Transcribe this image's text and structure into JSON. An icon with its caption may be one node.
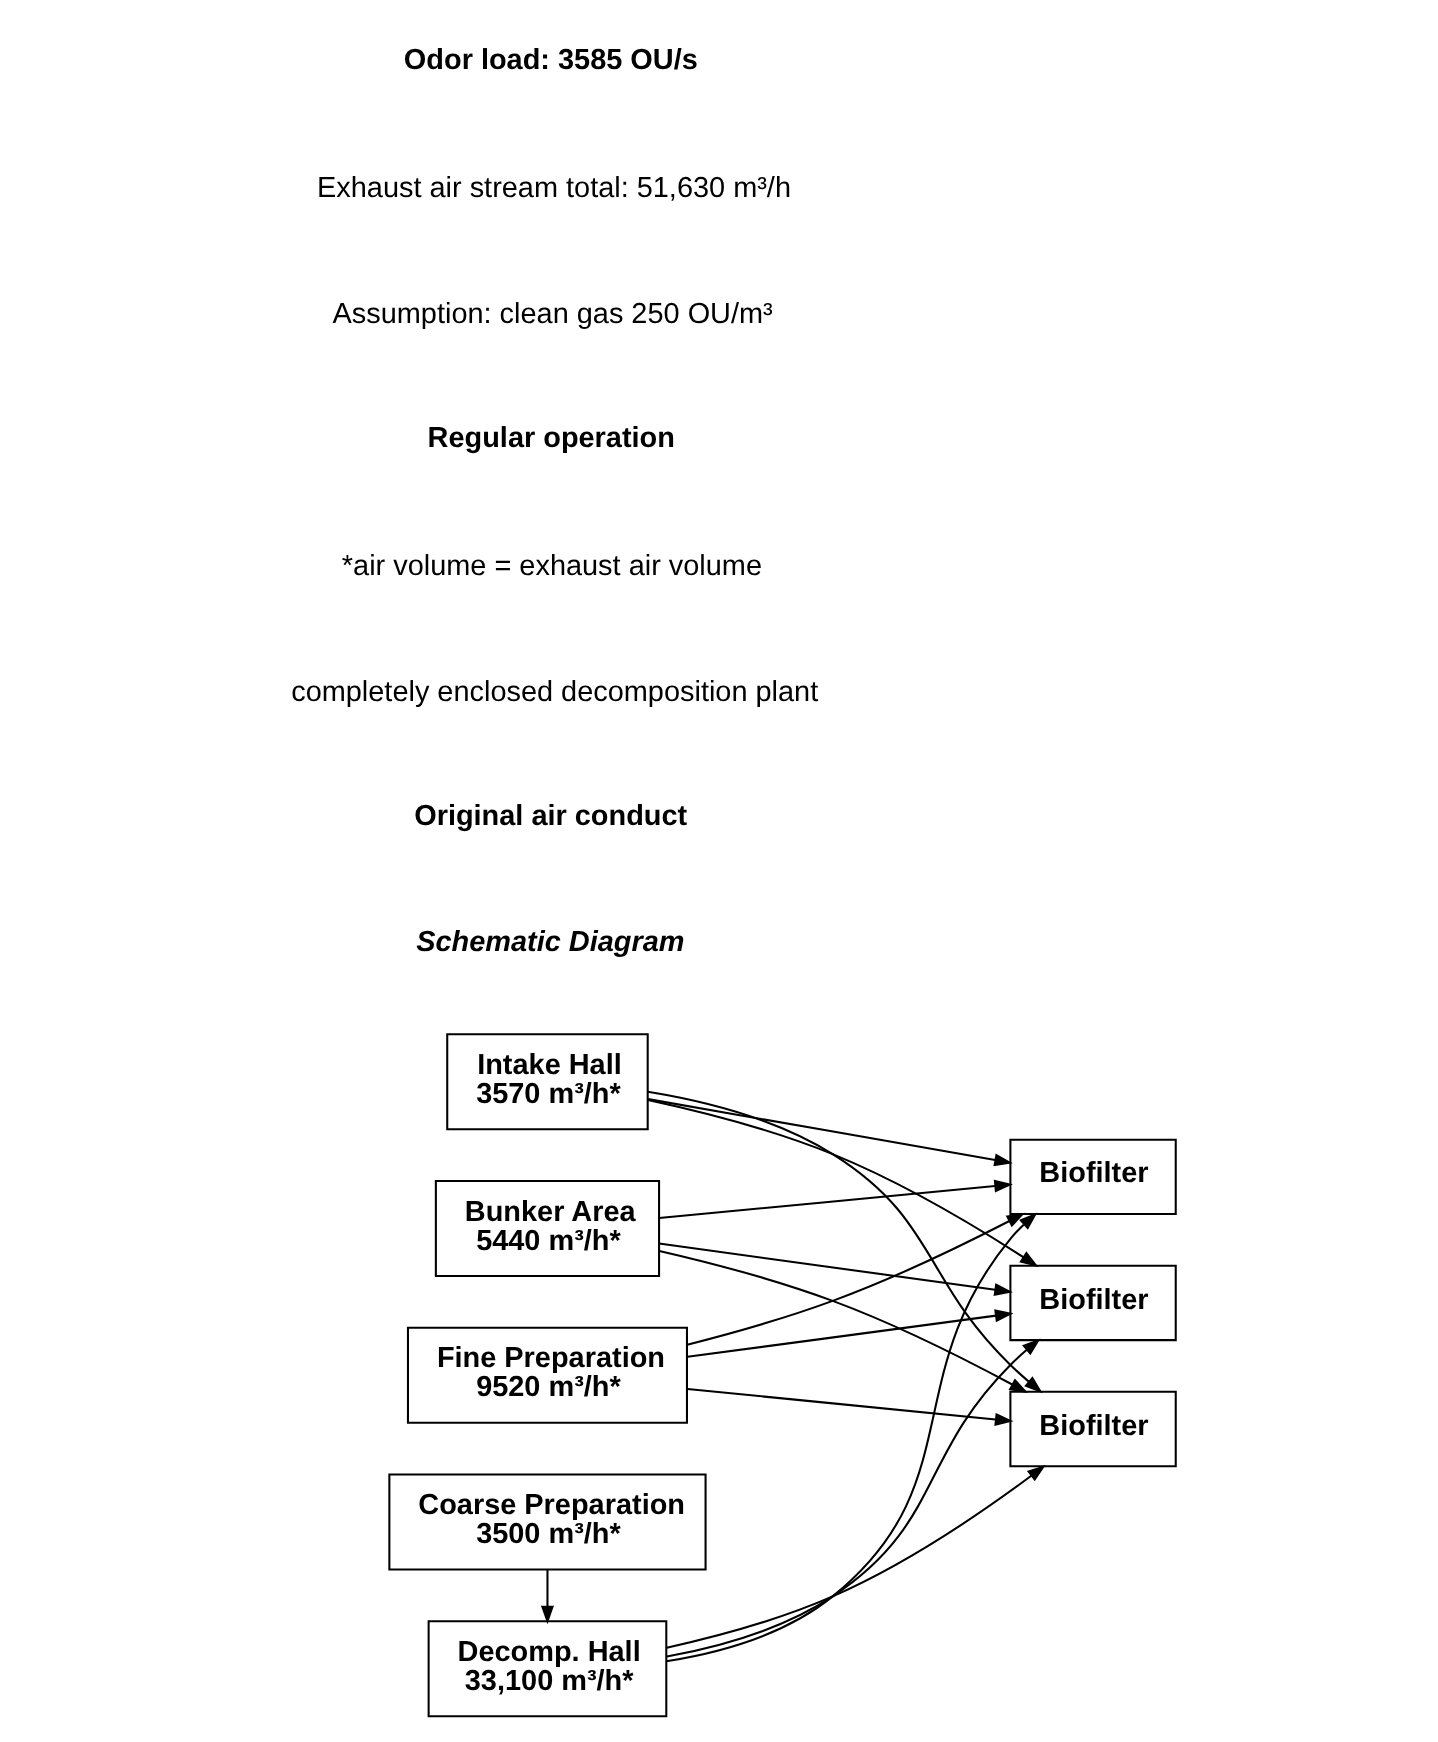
{
  "diagram": {
    "nodes": [
      {
        "text": [
          "Intake Hall",
          "3570 m³/h*"
        ]
      },
      {
        "text": [
          "Bunker Area",
          "5440 m³/h*"
        ]
      },
      {
        "text": [
          "Coarse Preparation",
          "3500 m³/h*"
        ]
      },
      {
        "text": [
          "Decomp. Hall",
          "33,100 m³/h*"
        ]
      },
      {
        "text": [
          "Fine Preparation",
          "9520 m³/h*"
        ]
      },
      {
        "text": [
          "Biofilter"
        ]
      },
      {
        "text": [
          "Biofilter"
        ]
      },
      {
        "text": [
          "Biofilter"
        ]
      }
    ],
    "edges": [
      {
        "from": 2,
        "to": 3,
        "arrow": "to"
      },
      {
        "from": 0,
        "to": 5,
        "arrow": "to"
      },
      {
        "from": 0,
        "to": 6,
        "arrow": "to"
      },
      {
        "from": 0,
        "to": 7,
        "arrow": "to"
      },
      {
        "from": 1,
        "to": 5,
        "arrow": "to"
      },
      {
        "from": 1,
        "to": 6,
        "arrow": "to"
      },
      {
        "from": 1,
        "to": 7,
        "arrow": "to"
      },
      {
        "from": 3,
        "to": 5,
        "arrow": "to"
      },
      {
        "from": 3,
        "to": 6,
        "arrow": "to"
      },
      {
        "from": 3,
        "to": 7,
        "arrow": "to"
      },
      {
        "from": 4,
        "to": 5,
        "arrow": "to"
      },
      {
        "from": 4,
        "to": 6,
        "arrow": "to"
      },
      {
        "from": 4,
        "to": 7,
        "arrow": "to"
      }
    ],
    "labels": [
      "Schematic Diagram",
      "Original air conduct",
      "completely enclosed decomposition plant",
      "*air volume = exhaust air volume",
      "Regular operation",
      "Assumption: clean gas 250 OU/m³",
      "Exhaust air stream total: 51,630 m³/h",
      "Odor load: 3585 OU/s"
    ]
  }
}
